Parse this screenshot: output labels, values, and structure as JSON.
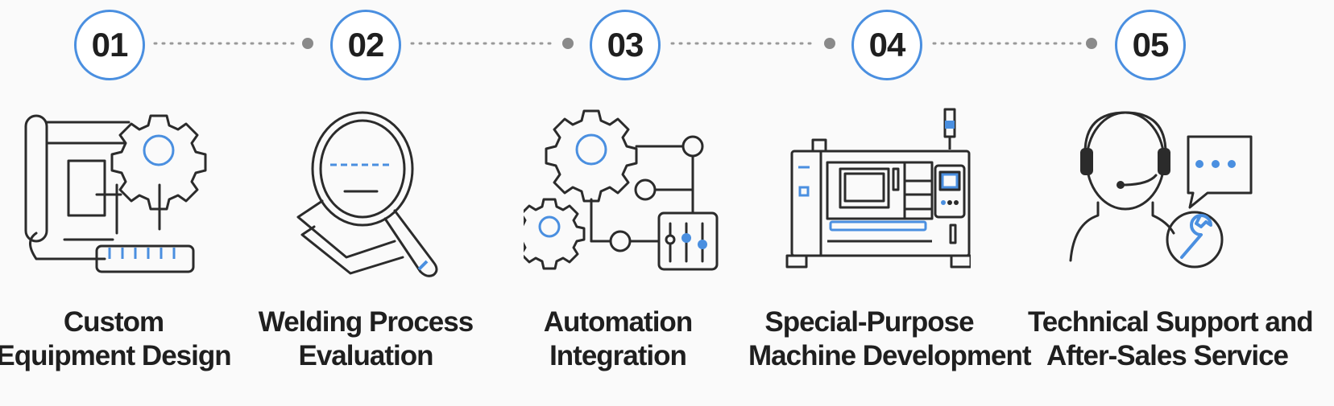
{
  "accent_color": "#4a8fe0",
  "steps": [
    {
      "number": "01",
      "line1": "Custom",
      "line2": "Equipment Design",
      "icon": "blueprint-gear-ruler-icon"
    },
    {
      "number": "02",
      "line1": "Welding Process",
      "line2": "Evaluation",
      "icon": "magnifier-document-icon"
    },
    {
      "number": "03",
      "line1": "Automation",
      "line2": "Integration",
      "icon": "gears-network-control-icon"
    },
    {
      "number": "04",
      "line1": "Special-Purpose",
      "line2": "Machine Development",
      "icon": "industrial-machine-icon"
    },
    {
      "number": "05",
      "line1": "Technical Support and",
      "line2": "After-Sales Service",
      "icon": "support-agent-wrench-icon"
    }
  ]
}
